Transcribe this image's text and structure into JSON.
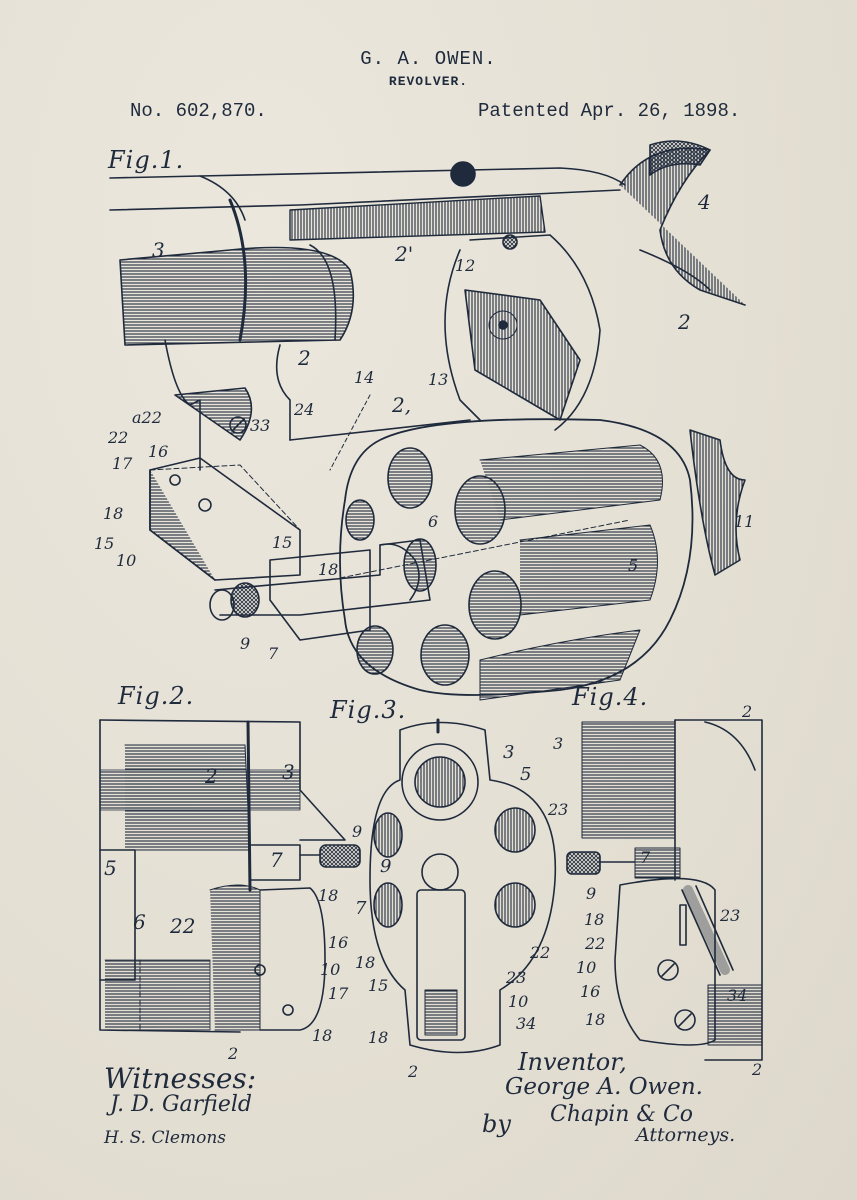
{
  "header": {
    "inventor_name": "G. A. OWEN.",
    "title": "REVOLVER.",
    "patent_number": "No. 602,870.",
    "patent_date": "Patented Apr. 26, 1898."
  },
  "figures": {
    "fig1": {
      "label": "Fig.1.",
      "callouts": [
        "3",
        "2'",
        "12",
        "4",
        "2",
        "13",
        "2",
        "14",
        "2,",
        "a22",
        "33",
        "24",
        "22",
        "16",
        "17",
        "18",
        "15",
        "10",
        "15",
        "18",
        "6",
        "5",
        "11",
        "9",
        "7"
      ]
    },
    "fig2": {
      "label": "Fig.2.",
      "callouts": [
        "2",
        "3",
        "9",
        "7",
        "5",
        "18",
        "6",
        "22",
        "16",
        "10",
        "17",
        "18",
        "2"
      ]
    },
    "fig3": {
      "label": "Fig.3.",
      "callouts": [
        "3",
        "5",
        "23",
        "9",
        "7",
        "18",
        "15",
        "22",
        "23",
        "10",
        "18",
        "34",
        "2"
      ]
    },
    "fig4": {
      "label": "Fig.4.",
      "callouts": [
        "2",
        "3",
        "7",
        "9",
        "18",
        "23",
        "22",
        "10",
        "16",
        "18",
        "34",
        "2"
      ]
    }
  },
  "signatures": {
    "witnesses_label": "Witnesses:",
    "witness_1": "J. D. Garfield",
    "witness_2": "H. S. Clemons",
    "inventor_label": "Inventor,",
    "inventor_name": "George A. Owen.",
    "by_label": "by",
    "attorney_signature": "Chapin & Co",
    "attorneys_label": "Attorneys."
  },
  "colors": {
    "paper": "#e6e1d6",
    "ink": "#1f2a3c"
  }
}
